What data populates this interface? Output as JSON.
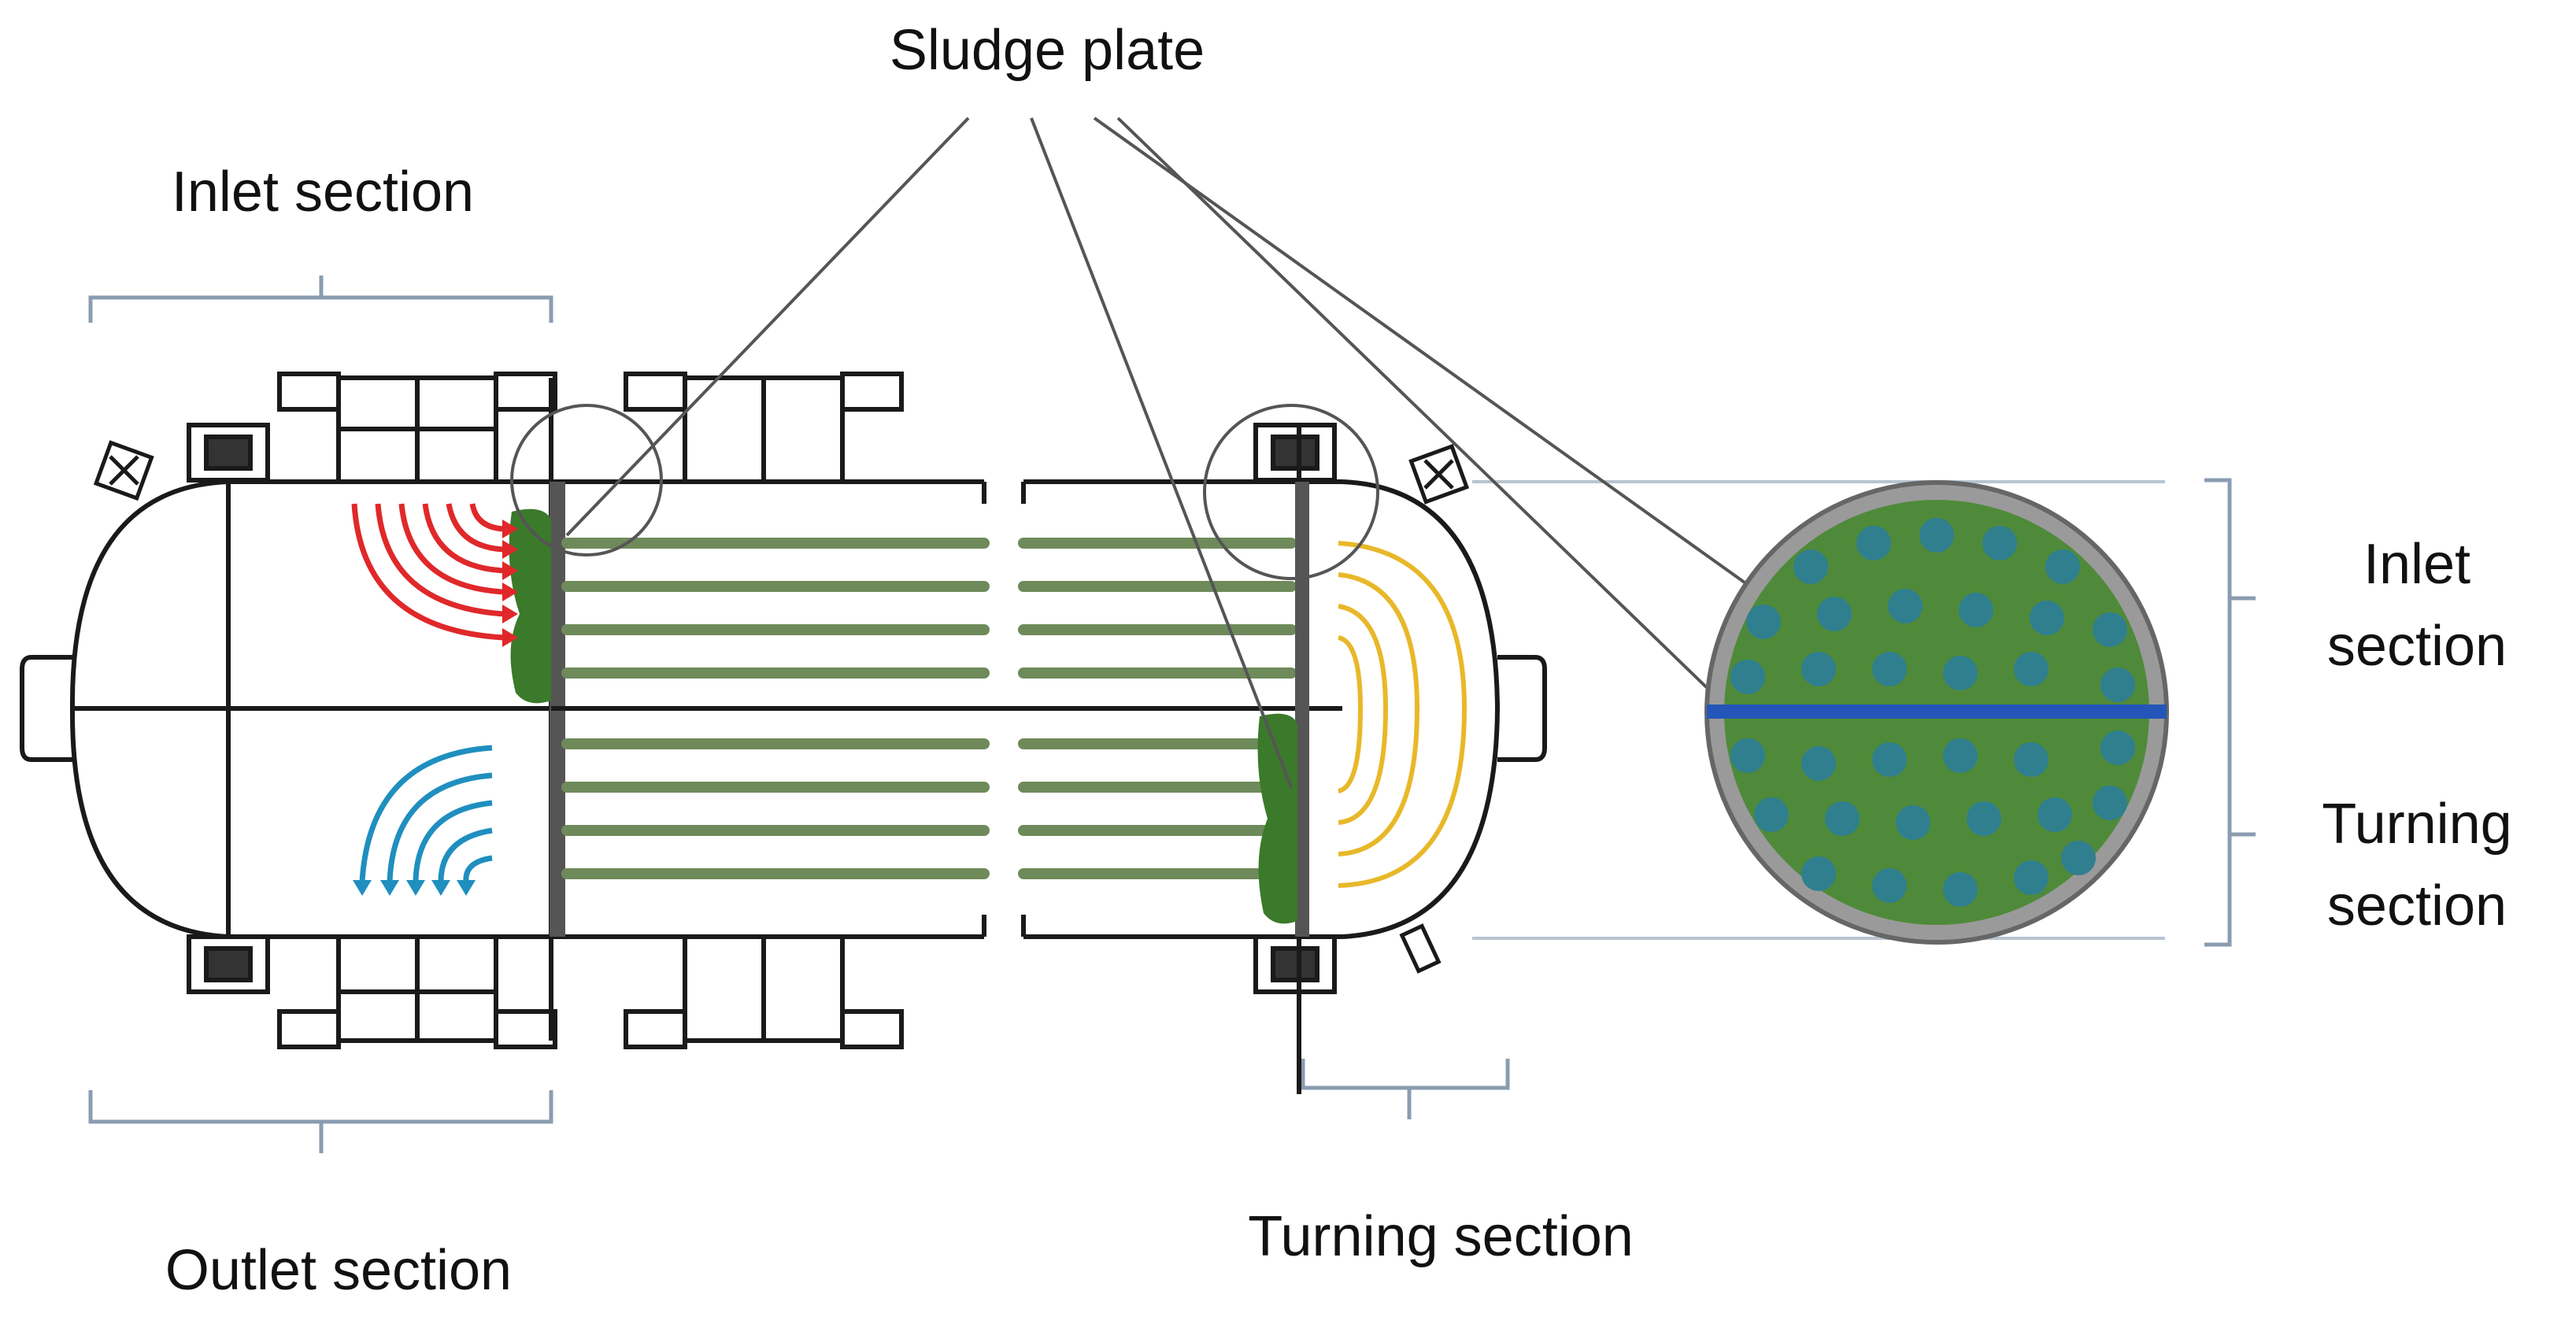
{
  "labels": {
    "sludge_plate": "Sludge plate",
    "inlet_section_top": "Inlet section",
    "outlet_section_bottom": "Outlet section",
    "turning_section_bottom": "Turning section",
    "cross_section_inlet": [
      "Inlet",
      "section"
    ],
    "cross_section_turning": [
      "Turning",
      "section"
    ]
  },
  "colors": {
    "line": "#1a1a1a",
    "bracket": "#8a9cb0",
    "inlet_flow": "#e0282a",
    "outlet_flow": "#1f8fbf",
    "turning_flow": "#e8b82a",
    "sludge": "#3a7a2a",
    "tube": "#6f8a5a",
    "plate_fill": "#9a9a9a",
    "baffle": "#2356b8",
    "tube_dot": "#2f7f8f"
  }
}
